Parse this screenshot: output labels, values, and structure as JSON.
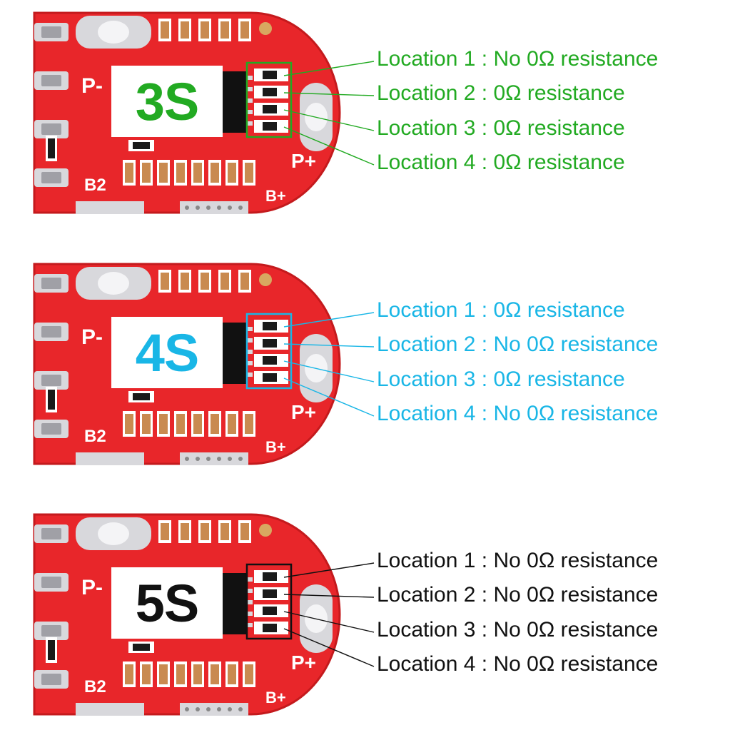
{
  "colors": {
    "pcb_red": "#e8262a",
    "pcb_dark": "#c41a1d",
    "pad_silver": "#d8d8dc",
    "resistor_tan": "#c98a50",
    "panel_3s": "#22aa22",
    "panel_4s": "#19b6e6",
    "panel_5s": "#111111"
  },
  "board_markings": {
    "p_minus": "P-",
    "p_plus": "P+",
    "b2": "B2",
    "b_plus": "B+"
  },
  "panels": [
    {
      "badge": "3S",
      "color": "#22aa22",
      "locations": [
        "Location 1 : No 0Ω resistance",
        "Location 2 : 0Ω resistance",
        "Location 3 : 0Ω resistance",
        "Location 4 : 0Ω resistance"
      ]
    },
    {
      "badge": "4S",
      "color": "#19b6e6",
      "locations": [
        "Location 1 : 0Ω resistance",
        "Location 2 : No 0Ω resistance",
        "Location 3 : 0Ω resistance",
        "Location 4 : No 0Ω resistance"
      ]
    },
    {
      "badge": "5S",
      "color": "#111111",
      "locations": [
        "Location 1 : No 0Ω resistance",
        "Location 2 : No 0Ω resistance",
        "Location 3 : No 0Ω resistance",
        "Location 4 : No 0Ω resistance"
      ]
    }
  ]
}
